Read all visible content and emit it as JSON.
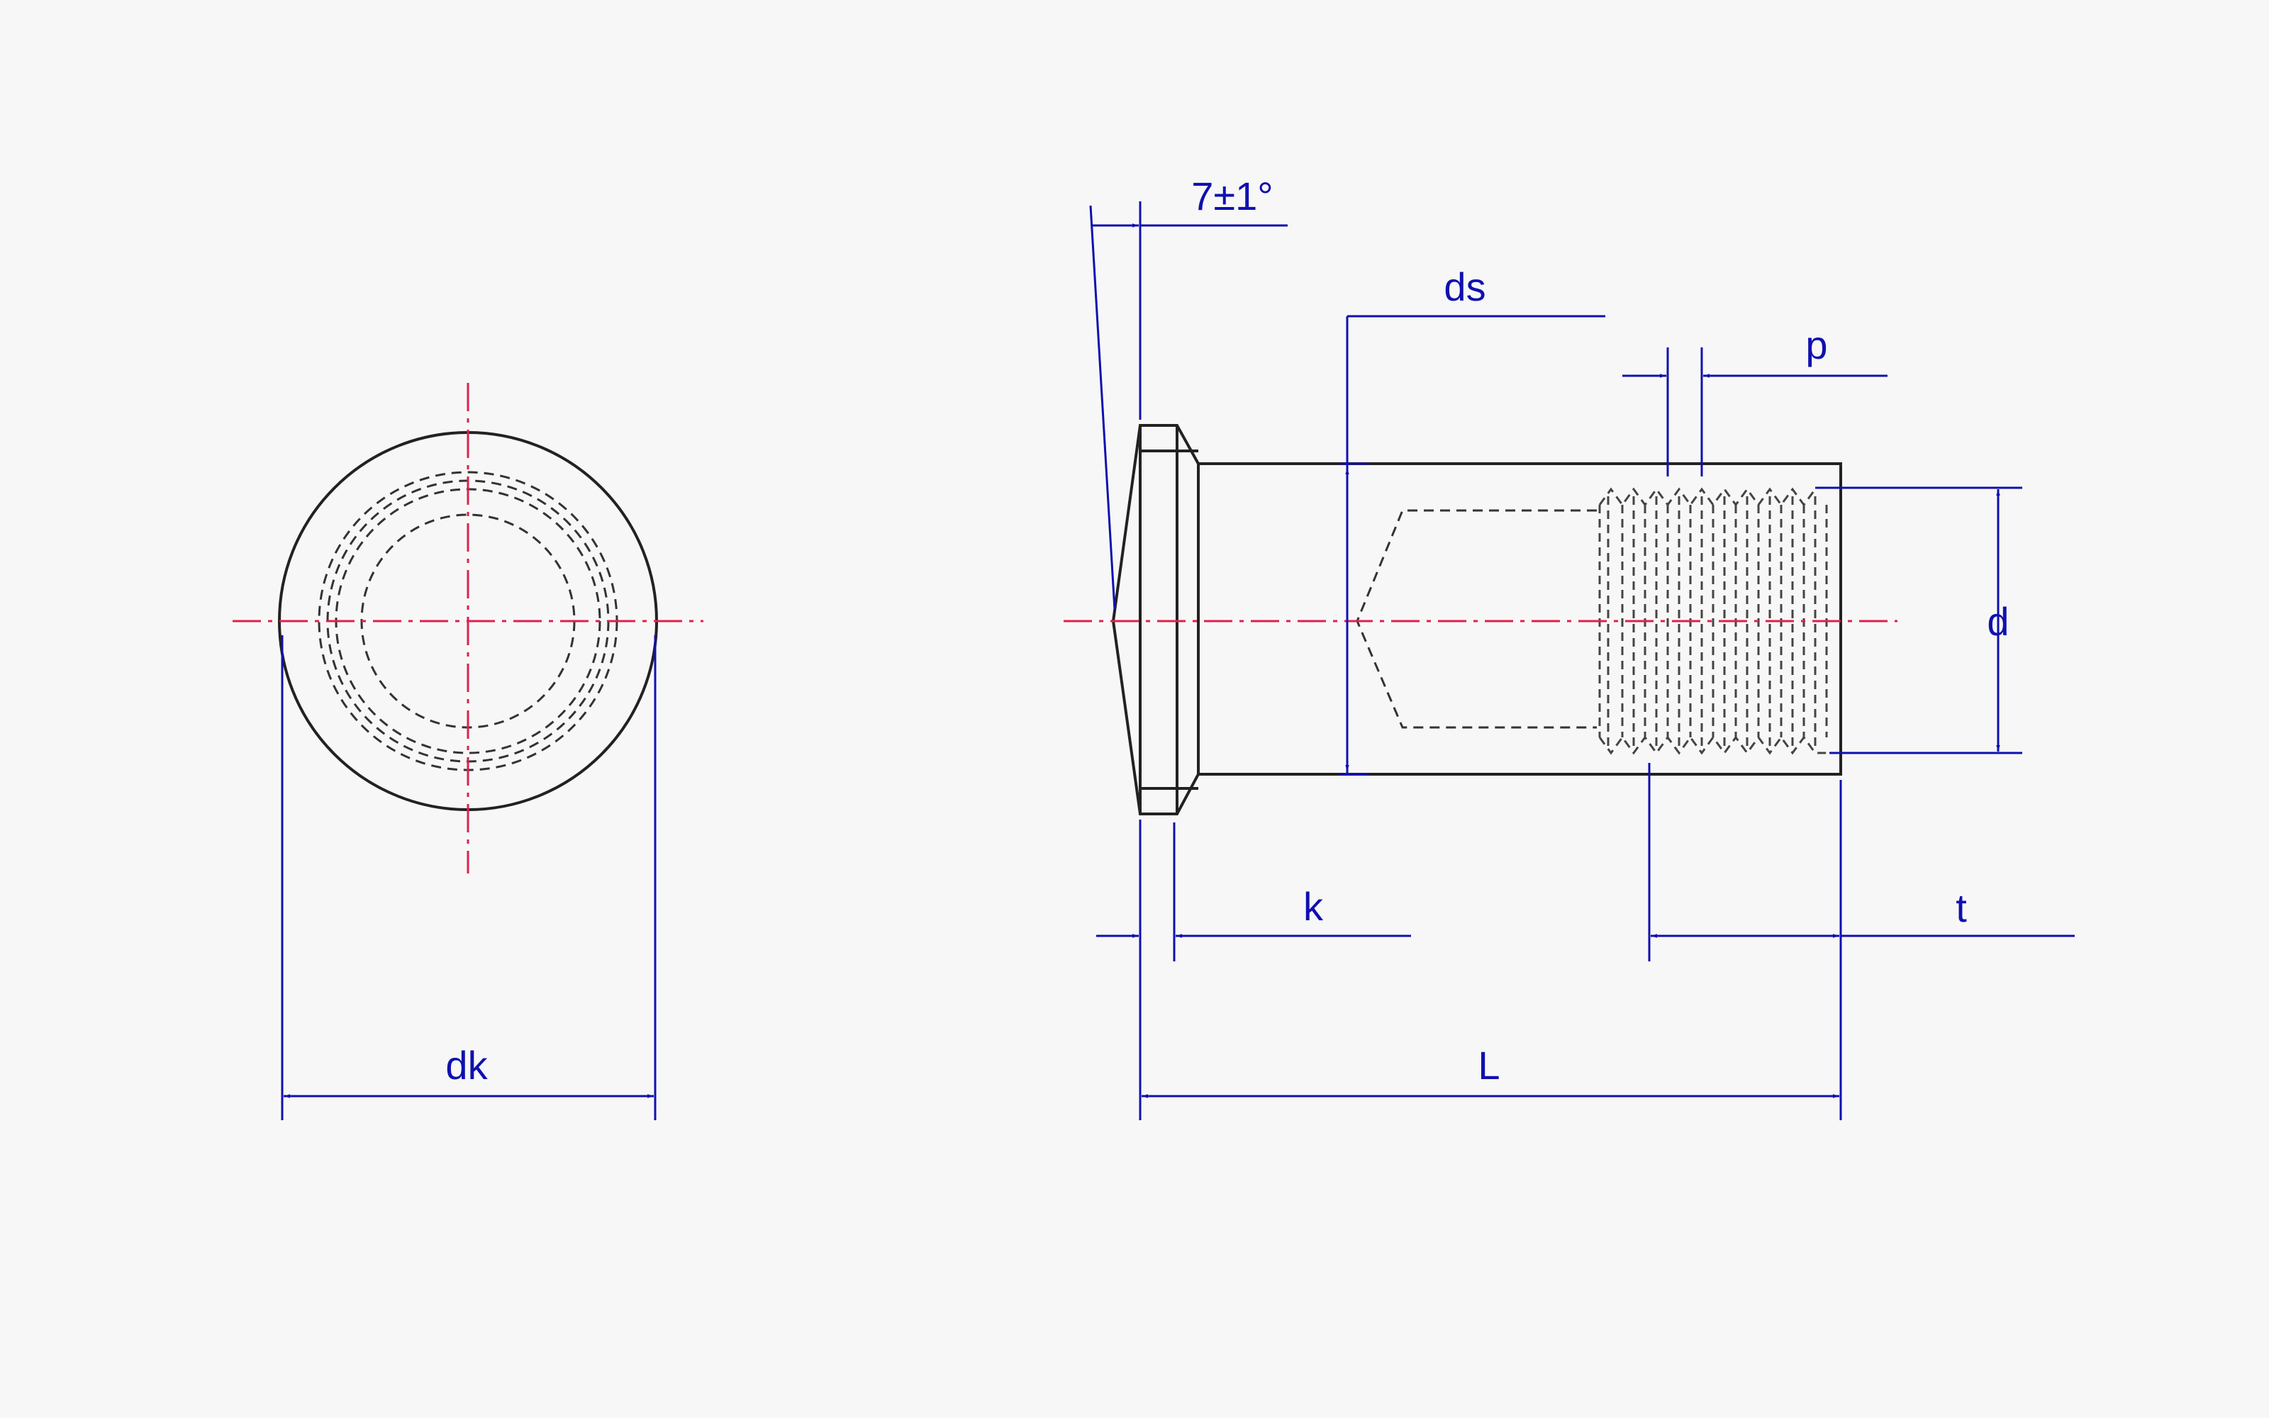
{
  "colors": {
    "dimension": "#1010b0",
    "centerline": "#e0204e",
    "outline": "#222222"
  },
  "labels": {
    "dk": "dk",
    "angle": "7±1°",
    "ds": "ds",
    "p": "p",
    "d": "d",
    "k": "k",
    "t": "t",
    "L": "L"
  }
}
